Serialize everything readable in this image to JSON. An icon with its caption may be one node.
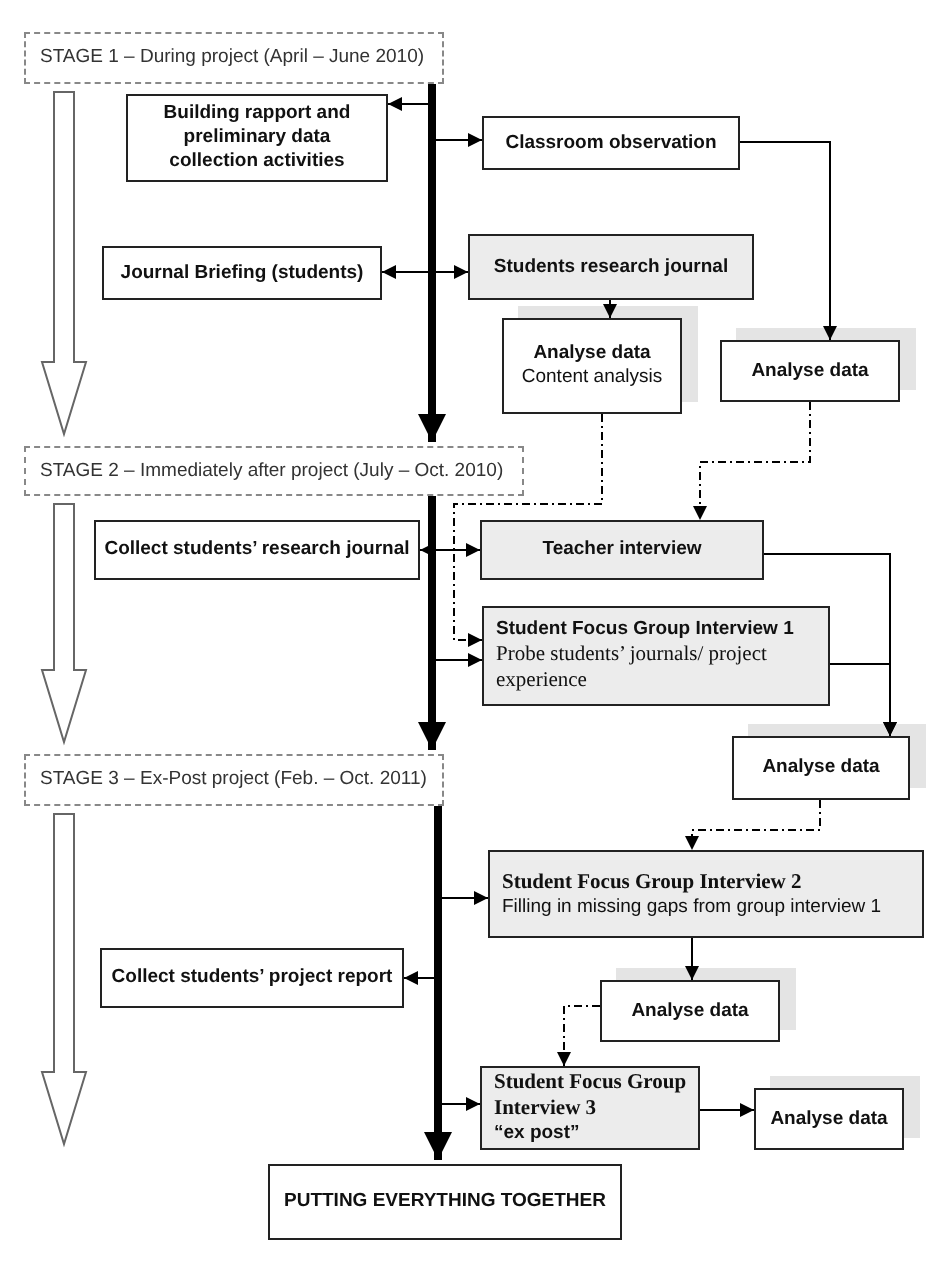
{
  "diagram": {
    "nodes": [
      {
        "text": [
          "STAGE 1 – During project (April – June 2010)"
        ]
      },
      {
        "text": [
          "Building rapport and preliminary data collection activities"
        ]
      },
      {
        "text": [
          "Classroom observation"
        ]
      },
      {
        "text": [
          "Journal Briefing (students)"
        ]
      },
      {
        "text": [
          "Students research journal"
        ]
      },
      {
        "text": [
          "Analyse data",
          "Content analysis"
        ]
      },
      {
        "text": [
          "Analyse data"
        ]
      },
      {
        "text": [
          "STAGE 2 – Immediately after project (July – Oct. 2010)"
        ]
      },
      {
        "text": [
          "Collect students’ research journal"
        ]
      },
      {
        "text": [
          "Teacher interview"
        ]
      },
      {
        "text": [
          "Student Focus Group Interview 1",
          "Probe students’ journals/ project experience"
        ]
      },
      {
        "text": [
          "Analyse data"
        ]
      },
      {
        "text": [
          "STAGE 3 – Ex-Post project (Feb. – Oct. 2011)"
        ]
      },
      {
        "text": [
          "Student Focus Group Interview 2",
          "Filling in missing gaps from group interview 1"
        ]
      },
      {
        "text": [
          "Collect students’ project report"
        ]
      },
      {
        "text": [
          "Analyse data"
        ]
      },
      {
        "text": [
          "Student Focus Group Interview 3",
          "“ex post”"
        ]
      },
      {
        "text": [
          "Analyse data"
        ]
      },
      {
        "text": [
          "PUTTING EVERYTHING TOGETHER"
        ]
      }
    ],
    "edges": [
      {
        "from": 0,
        "to": 7,
        "arrow": "to",
        "style": "thick"
      },
      {
        "from": 0,
        "to": 1,
        "arrow": "to"
      },
      {
        "from": 0,
        "to": 2,
        "arrow": "to"
      },
      {
        "from": 3,
        "to": 4,
        "arrow": "both"
      },
      {
        "from": 4,
        "to": 5,
        "arrow": "to"
      },
      {
        "from": 2,
        "to": 6,
        "arrow": "to"
      },
      {
        "from": 5,
        "to": 10,
        "arrow": "to",
        "style": "dashed"
      },
      {
        "from": 6,
        "to": 9,
        "arrow": "to",
        "style": "dashed"
      },
      {
        "from": 7,
        "to": 12,
        "arrow": "to",
        "style": "thick"
      },
      {
        "from": 8,
        "to": 9,
        "arrow": "both"
      },
      {
        "from": 7,
        "to": 10,
        "arrow": "to"
      },
      {
        "from": 9,
        "to": 11,
        "arrow": "to"
      },
      {
        "from": 10,
        "to": 11,
        "arrow": "to"
      },
      {
        "from": 11,
        "to": 13,
        "arrow": "to",
        "style": "dashed"
      },
      {
        "from": 12,
        "to": 18,
        "arrow": "to",
        "style": "thick"
      },
      {
        "from": 12,
        "to": 13,
        "arrow": "to"
      },
      {
        "from": 12,
        "to": 14,
        "arrow": "to"
      },
      {
        "from": 13,
        "to": 15,
        "arrow": "to"
      },
      {
        "from": 15,
        "to": 16,
        "arrow": "to",
        "style": "dashed"
      },
      {
        "from": 12,
        "to": 16,
        "arrow": "to"
      },
      {
        "from": 16,
        "to": 17,
        "arrow": "to"
      },
      {
        "from": 0,
        "to": 7,
        "arrow": "to",
        "style": "thick",
        "color": "#666666"
      },
      {
        "from": 7,
        "to": 12,
        "arrow": "to",
        "style": "thick",
        "color": "#666666"
      },
      {
        "from": 12,
        "to": null,
        "arrow": "to",
        "style": "thick",
        "color": "#666666"
      }
    ]
  }
}
